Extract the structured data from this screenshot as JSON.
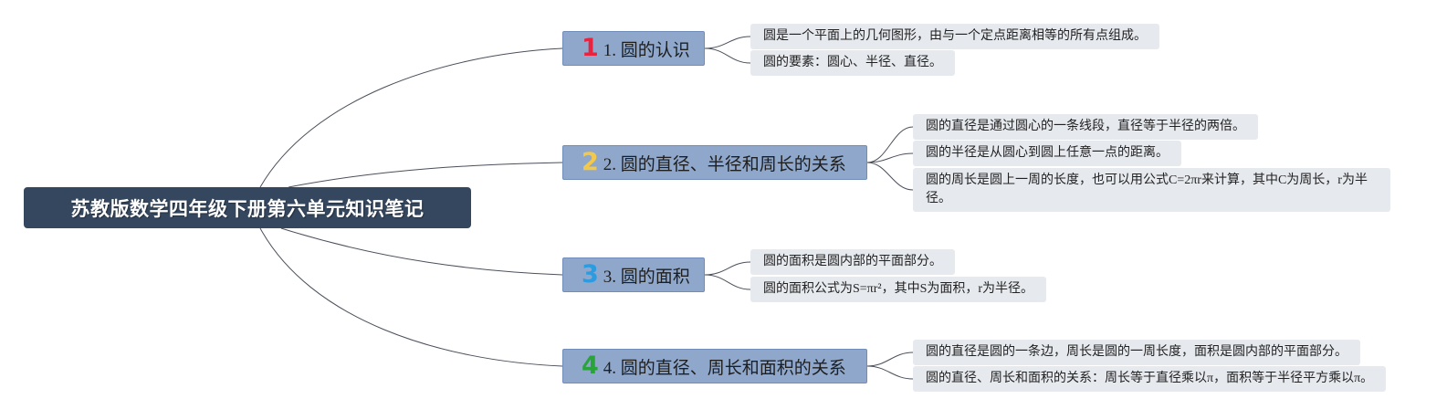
{
  "root": {
    "title": "苏教版数学四年级下册第六单元知识笔记"
  },
  "line_color": "#4a4f5a",
  "topics": [
    {
      "badge": "1",
      "badge_color": "#e8233f",
      "label": "1. 圆的认识",
      "leaves": [
        "圆是一个平面上的几何图形，由与一个定点距离相等的所有点组成。",
        "圆的要素：圆心、半径、直径。"
      ]
    },
    {
      "badge": "2",
      "badge_color": "#f2c94c",
      "label": "2. 圆的直径、半径和周长的关系",
      "leaves": [
        "圆的直径是通过圆心的一条线段，直径等于半径的两倍。",
        "圆的半径是从圆心到圆上任意一点的距离。",
        "圆的周长是圆上一周的长度，也可以用公式C=2πr来计算，其中C为周长，r为半径。"
      ]
    },
    {
      "badge": "3",
      "badge_color": "#2d9be0",
      "label": "3. 圆的面积",
      "leaves": [
        "圆的面积是圆内部的平面部分。",
        "圆的面积公式为S=πr²，其中S为面积，r为半径。"
      ]
    },
    {
      "badge": "4",
      "badge_color": "#2aa33a",
      "label": "4. 圆的直径、周长和面积的关系",
      "leaves": [
        "圆的直径是圆的一条边，周长是圆的一周长度，面积是圆内部的平面部分。",
        "圆的直径、周长和面积的关系：周长等于直径乘以π，面积等于半径平方乘以π。"
      ]
    }
  ]
}
